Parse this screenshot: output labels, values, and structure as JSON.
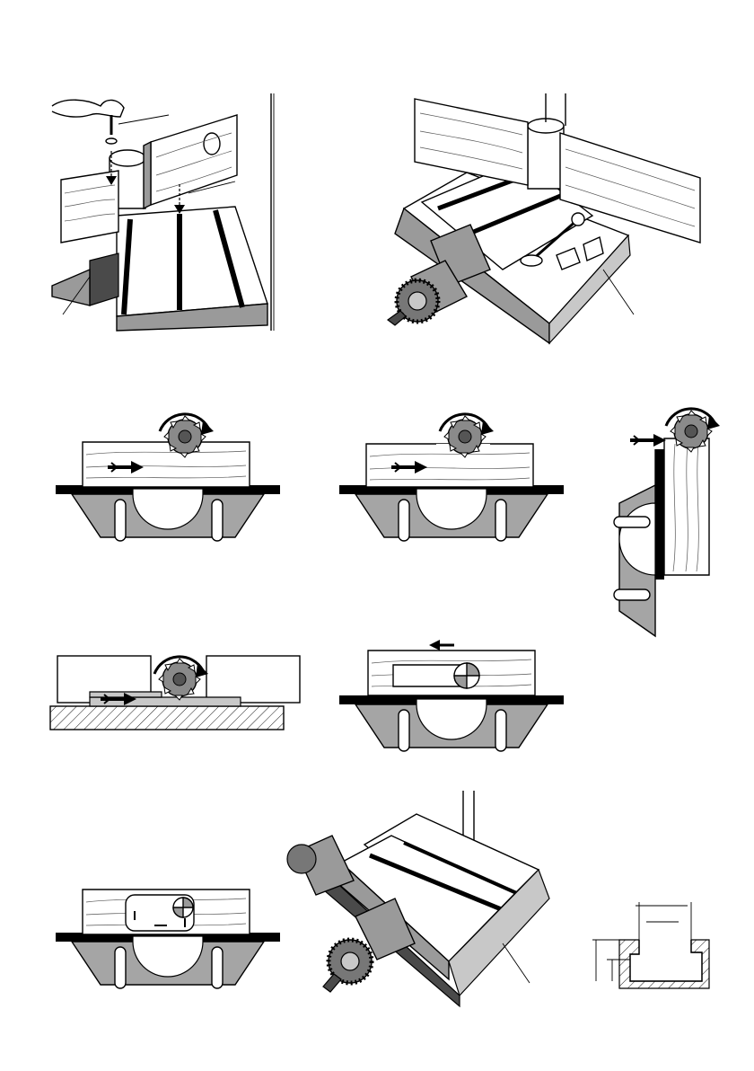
{
  "page": {
    "background": "#ffffff",
    "ink": "#000000",
    "shade": "#9a9a9a"
  },
  "figures": [
    {
      "id": "fence-mounting",
      "icon": "fence-screw-mount-icon"
    },
    {
      "id": "table-with-fence",
      "icon": "cross-table-fence-icon"
    },
    {
      "id": "cut-shallow",
      "icon": "edge-cut-shallow-icon"
    },
    {
      "id": "cut-full-edge",
      "icon": "edge-cut-full-icon"
    },
    {
      "id": "cut-vertical",
      "icon": "vertical-cut-icon"
    },
    {
      "id": "groove-cut",
      "icon": "groove-cut-icon"
    },
    {
      "id": "slot-cut",
      "icon": "slot-cut-icon"
    },
    {
      "id": "pocket-cut",
      "icon": "pocket-cut-icon"
    },
    {
      "id": "cross-table",
      "icon": "cross-table-icon"
    },
    {
      "id": "t-slot-profile",
      "icon": "t-slot-dimension-icon"
    }
  ]
}
